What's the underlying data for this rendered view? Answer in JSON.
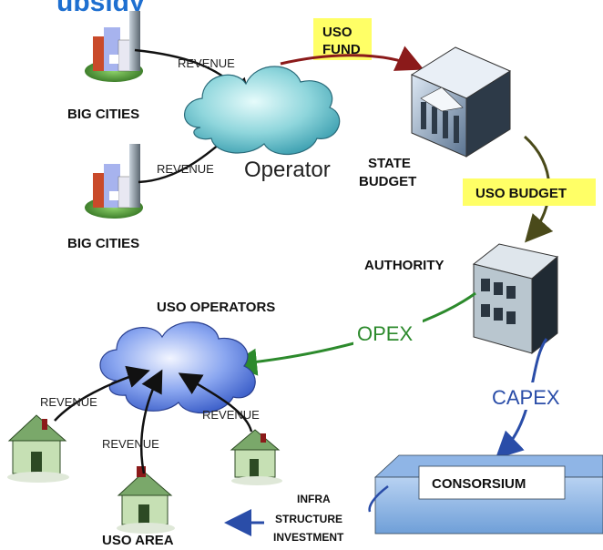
{
  "title_fragment": "ubsidy",
  "labels": {
    "big_cities_1": "BIG CITIES",
    "big_cities_2": "BIG CITIES",
    "revenue_city_1": "REVENUE",
    "revenue_city_2": "REVENUE",
    "operator": "Operator",
    "uso_fund_line1": "USO",
    "uso_fund_line2": "FUND",
    "state_budget_line1": "STATE",
    "state_budget_line2": "BUDGET",
    "uso_budget": "USO BUDGET",
    "authority": "AUTHORITY",
    "uso_operators": "USO OPERATORS",
    "opex": "OPEX",
    "capex": "CAPEX",
    "revenue_house_left": "REVENUE",
    "revenue_house_mid": "REVENUE",
    "revenue_house_right": "REVENUE",
    "consortium": "CONSORSIUM",
    "infra_line1": "INFRA",
    "infra_line2": "STRUCTURE",
    "infra_line3": "INVESTMENT",
    "uso_area": "USO AREA"
  },
  "colors": {
    "title_blue": "#1e6fd0",
    "fund_arrow": "#8b1a1a",
    "budget_arrow": "#4a4a1a",
    "opex_green": "#2c8a2c",
    "capex_blue": "#2a4da8",
    "label_yellow": "#ffff66"
  },
  "icons": [
    "city-icon",
    "cloud-icon",
    "bank-building-icon",
    "office-building-icon",
    "house-icon",
    "consortium-panel-icon"
  ]
}
